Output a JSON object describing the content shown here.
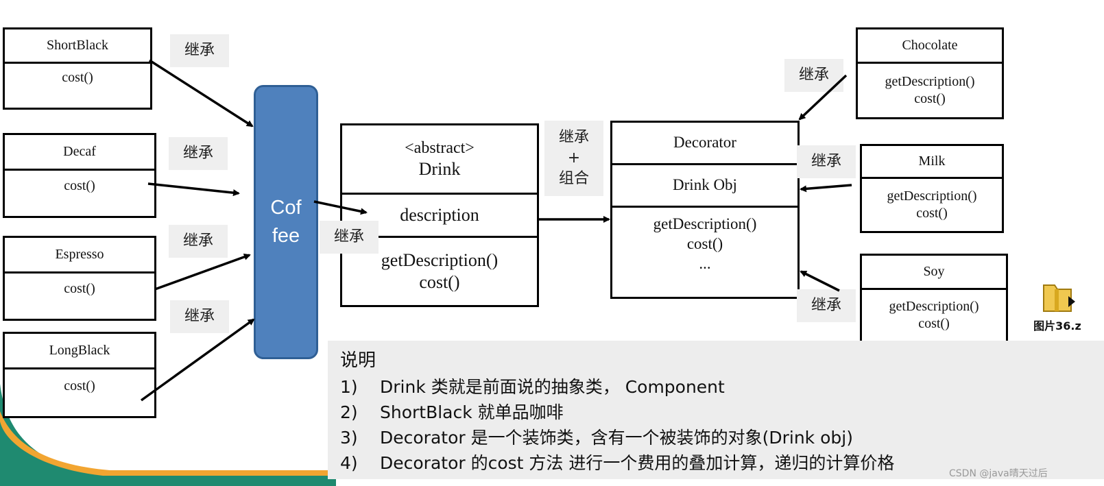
{
  "concrete_classes": [
    {
      "name": "ShortBlack",
      "method": "cost()"
    },
    {
      "name": "Decaf",
      "method": "cost()"
    },
    {
      "name": "Espresso",
      "method": "cost()"
    },
    {
      "name": "LongBlack",
      "method": "cost()"
    }
  ],
  "coffee": {
    "line1": "Cof",
    "line2": "fee"
  },
  "drink": {
    "stereotype": "<abstract>",
    "name": "Drink",
    "field": "description",
    "method1": "getDescription()",
    "method2": "cost()"
  },
  "decorator": {
    "name": "Decorator",
    "field": "Drink Obj",
    "method1": "getDescription()",
    "method2": "cost()",
    "method3": "..."
  },
  "decorator_classes": [
    {
      "name": "Chocolate",
      "method1": "getDescription()",
      "method2": "cost()"
    },
    {
      "name": "Milk",
      "method1": "getDescription()",
      "method2": "cost()"
    },
    {
      "name": "Soy",
      "method1": "getDescription()",
      "method2": "cost()"
    }
  ],
  "labels": {
    "inherit": "继承",
    "inherit_plus": "+",
    "compose": "组合"
  },
  "notes": {
    "heading": "说明",
    "items": [
      {
        "num": "1)",
        "text": "Drink 类就是前面说的抽象类， Component"
      },
      {
        "num": "2)",
        "text": "ShortBlack 就单品咖啡"
      },
      {
        "num": "3)",
        "text": "Decorator 是一个装饰类，含有一个被装饰的对象(Drink obj)"
      },
      {
        "num": "4)",
        "text": "Decorator 的cost 方法 进行一个费用的叠加计算，递归的计算价格"
      }
    ]
  },
  "file_icon": {
    "caption": "图片36.z"
  },
  "watermark": "CSDN @java晴天过后"
}
